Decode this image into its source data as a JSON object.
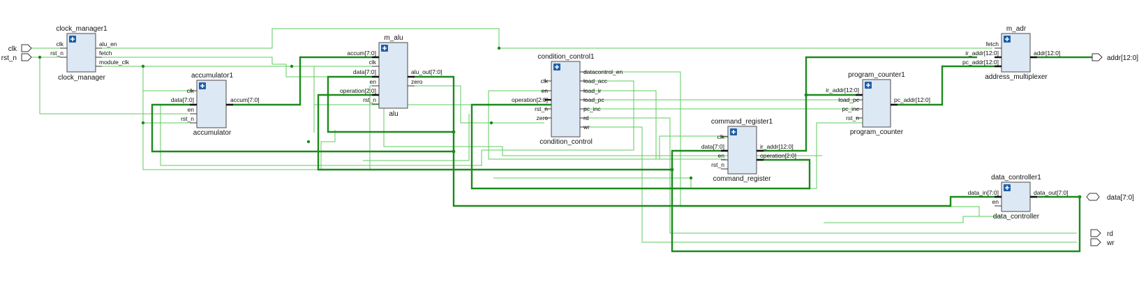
{
  "title": "",
  "colors": {
    "block_fill": "#dde8f5",
    "wire": "#5ccb5c",
    "bus": "#1c8a1c",
    "expand_button": "#1f5fa8"
  },
  "icons": {
    "expand": "plus-icon"
  },
  "ports": {
    "clk": "clk",
    "rst_n": "rst_n",
    "addr": "addr[12:0]",
    "data": "data[7:0]",
    "rd": "rd",
    "wr": "wr"
  },
  "blocks": {
    "clock_manager": {
      "instance": "clock_manager1",
      "module": "clock_manager",
      "inputs": [
        "clk",
        "rst_n"
      ],
      "outputs": [
        "alu_en",
        "fetch",
        "module_clk"
      ]
    },
    "accumulator": {
      "instance": "accumulator1",
      "module": "accumulator",
      "inputs": [
        "clk",
        "data[7:0]",
        "en",
        "rst_n"
      ],
      "outputs": [
        "accum[7:0]"
      ]
    },
    "alu": {
      "instance": "m_alu",
      "module": "alu",
      "inputs": [
        "accum[7:0]",
        "clk",
        "data[7:0]",
        "en",
        "operation[2:0]",
        "rst_n"
      ],
      "outputs": [
        "alu_out[7:0]",
        "zero"
      ]
    },
    "condition_control": {
      "instance": "condition_control1",
      "module": "condition_control",
      "inputs": [
        "clk",
        "en",
        "operation[2:0]",
        "rst_n",
        "zero"
      ],
      "outputs": [
        "datacontrol_en",
        "load_acc",
        "load_ir",
        "load_pc",
        "pc_inc",
        "rd",
        "wr"
      ]
    },
    "command_register": {
      "instance": "command_register1",
      "module": "command_register",
      "inputs": [
        "clk",
        "data[7:0]",
        "en",
        "rst_n"
      ],
      "outputs": [
        "ir_addr[12:0]",
        "operation[2:0]"
      ]
    },
    "program_counter": {
      "instance": "program_counter1",
      "module": "program_counter",
      "inputs": [
        "ir_addr[12:0]",
        "load_pc",
        "pc_inc",
        "rst_n"
      ],
      "outputs": [
        "pc_addr[12:0]"
      ]
    },
    "address_multiplexer": {
      "instance": "m_adr",
      "module": "address_multiplexer",
      "inputs": [
        "fetch",
        "ir_addr[12:0]",
        "pc_addr[12:0]"
      ],
      "outputs": [
        "addr[12:0]"
      ]
    },
    "data_controller": {
      "instance": "data_controller1",
      "module": "data_controller",
      "inputs": [
        "data_in[7:0]",
        "en"
      ],
      "outputs": [
        "data_out[7:0]"
      ]
    }
  }
}
